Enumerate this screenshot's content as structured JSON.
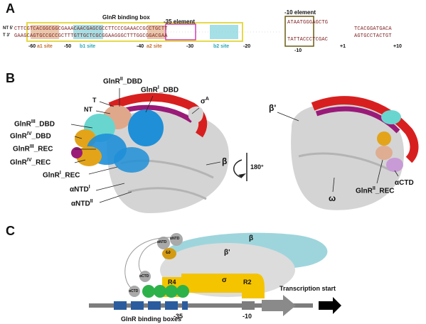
{
  "panels": {
    "a": "A",
    "b": "B",
    "c": "C"
  },
  "panel_a": {
    "binding_box_label": "GlnR binding box",
    "minus35_label": "-35 element",
    "minus10_label": "-10 element",
    "nt_label": "NT 5'",
    "t_label": "T 3'",
    "top_strand_left": "CTTCGTCACGGCGGCGAAACAACGAGCGCCTTCCCGAAACCGCCTGCTT",
    "bottom_strand_left": "GAAGCAGTGCCGCCGCTTTGTTGCTCGCGGAAGGGCTTTGGCGGACGAA",
    "top_strand_right": "ATAATGGGAGCTG",
    "bottom_strand_right": "TATTACCCTCGAC",
    "top_strand_far": "TCACGGATGACA",
    "bottom_strand_far": "AGTGCCTACTGT",
    "site_labels": [
      "a1 site",
      "b1 site",
      "a2 site",
      "b2 site"
    ],
    "ticks": [
      "-60",
      "-50",
      "-40",
      "-30",
      "-20",
      "-10",
      "+1",
      "+10"
    ],
    "colors": {
      "a_site": "#d89a6a",
      "b_site": "#7fd3dc",
      "box": "#e6d94a",
      "minus35": "#cc3fb0",
      "minus10": "#6b5a12"
    }
  },
  "panel_b": {
    "left_labels": {
      "glnr2_dbd": "GlnR",
      "glnr2_dbd_sup": "II",
      "glnr2_dbd_tail": "_DBD",
      "glnr1_dbd": "GlnR",
      "glnr1_dbd_sup": "I",
      "glnr1_dbd_tail": "_DBD",
      "t": "T",
      "nt": "NT",
      "sigma": "σ",
      "sigma_sup": "A",
      "glnr3_dbd": "GlnR",
      "glnr3_dbd_sup": "III",
      "glnr3_dbd_tail": "_DBD",
      "glnr4_dbd": "GlnR",
      "glnr4_dbd_sup": "IV",
      "glnr4_dbd_tail": "_DBD",
      "glnr3_rec": "GlnR",
      "glnr3_rec_sup": "III",
      "glnr3_rec_tail": "_REC",
      "glnr4_rec": "GlnR",
      "glnr4_rec_sup": "IV",
      "glnr4_rec_tail": "_REC",
      "glnr1_rec": "GlnR",
      "glnr1_rec_sup": "I",
      "glnr1_rec_tail": "_REC",
      "beta": "β",
      "antd1": "αNTD",
      "antd1_sup": "I",
      "antd2": "αNTD",
      "antd2_sup": "II"
    },
    "rotation": "180°",
    "right_labels": {
      "beta_prime": "β'",
      "actd": "αCTD",
      "omega": "ω",
      "glnr2_rec": "GlnR",
      "glnr2_rec_sup": "II",
      "glnr2_rec_tail": "_REC"
    },
    "colors": {
      "glnr1": "#1f8fd8",
      "glnr2": "#e0a88a",
      "glnr3": "#68d6cf",
      "glnr4": "#e3a41a",
      "t_strand": "#d81f1f",
      "nt_strand": "#9a1a78",
      "rnap": "#d4d4d4",
      "actd": "#c89ad6"
    }
  },
  "panel_c": {
    "beta": "β",
    "beta_prime": "β'",
    "omega": "ω",
    "sigma": "σ",
    "r4": "R4",
    "r2": "R2",
    "antd_a": "αNTD",
    "antd_b": "αNTD",
    "actd_a": "αCTD",
    "actd_b": "αCTD",
    "minus35": "-35",
    "minus10": "-10",
    "transcription_start": "Transcription start",
    "binding_boxes": "GlnR binding boxes",
    "colors": {
      "beta": "#9ed5dc",
      "body": "#dcdcdc",
      "sigma": "#f5c400",
      "glnr": "#2db24a",
      "box": "#2b5d9e",
      "dna": "#7d7d7d",
      "omega": "#d39b12"
    }
  }
}
